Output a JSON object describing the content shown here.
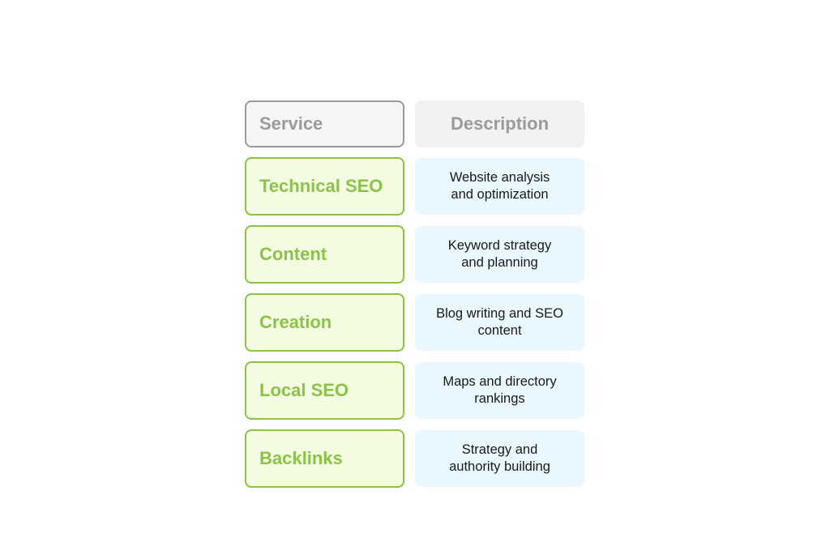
{
  "header": {
    "service": "Service",
    "description": "Description"
  },
  "rows": [
    {
      "service": "Technical SEO",
      "description": "Website analysis\nand optimization"
    },
    {
      "service": "Content",
      "description": "Keyword strategy\nand planning"
    },
    {
      "service": "Creation",
      "description": "Blog writing and SEO\ncontent"
    },
    {
      "service": "Local SEO",
      "description": "Maps and directory\nrankings"
    },
    {
      "service": "Backlinks",
      "description": "Strategy and\nauthority building"
    }
  ],
  "colors": {
    "service_border": "#8bc34a",
    "service_fill": "#f3fce0",
    "description_fill": "#e8f8fe",
    "header_text": "#9a9a9a"
  }
}
